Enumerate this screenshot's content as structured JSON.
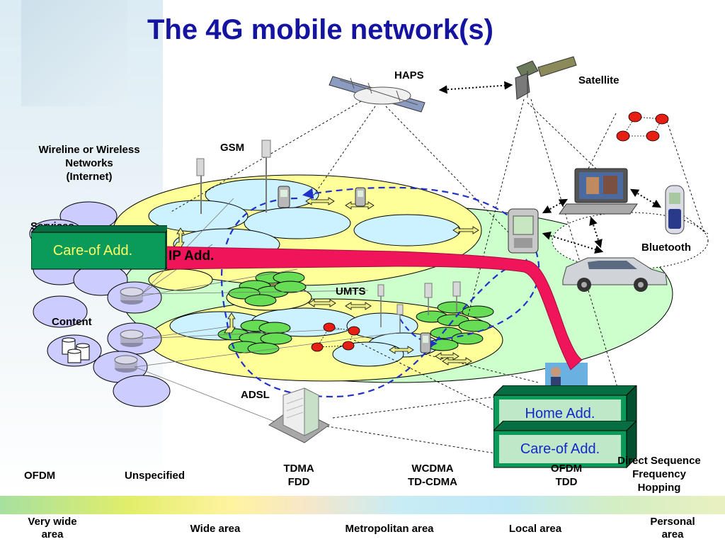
{
  "title": "The 4G mobile network(s)",
  "nodes": {
    "haps": "HAPS",
    "satellite": "Satellite",
    "gsm": "GSM",
    "wireline_line1": "Wireline or Wireless",
    "wireline_line2": "Networks",
    "wireline_line3": "(Internet)",
    "services": "Services",
    "content": "Content",
    "umts": "UMTS",
    "adsl": "ADSL",
    "bluetooth": "Bluetooth"
  },
  "banners": {
    "care_of_left": "Care-of Add.",
    "ip_add": "IP Add.",
    "home_add": "Home Add.",
    "care_of_right": "Care-of Add."
  },
  "technologies": {
    "ofdm": "OFDM",
    "unspecified": "Unspecified",
    "tdma_line1": "TDMA",
    "tdma_line2": "FDD",
    "wcdma_line1": "WCDMA",
    "wcdma_line2": "TD-CDMA",
    "ofdm_tdd_line1": "OFDM",
    "ofdm_tdd_line2": "TDD",
    "dsfh_line1": "Direct Sequence",
    "dsfh_line2": "Frequency",
    "dsfh_line3": "Hopping"
  },
  "coverage_scale": {
    "very_wide_line1": "Very wide",
    "very_wide_line2": "area",
    "wide": "Wide area",
    "metropolitan": "Metropolitan area",
    "local": "Local area",
    "personal_line1": "Personal",
    "personal_line2": "area"
  },
  "colors": {
    "title": "#1414a0",
    "banner_pink": "#f0145a",
    "box_green": "#0a9a5a",
    "box_text_yellow": "#ffff66",
    "box_text_blue": "#1428c8",
    "cell_yellow": "#ffff99",
    "cell_light_blue": "#ccf2ff",
    "cell_green": "#ccffcc",
    "pico_green": "#66dd55",
    "router_red": "#e61e14",
    "cloud_lavender": "#ccccff"
  }
}
